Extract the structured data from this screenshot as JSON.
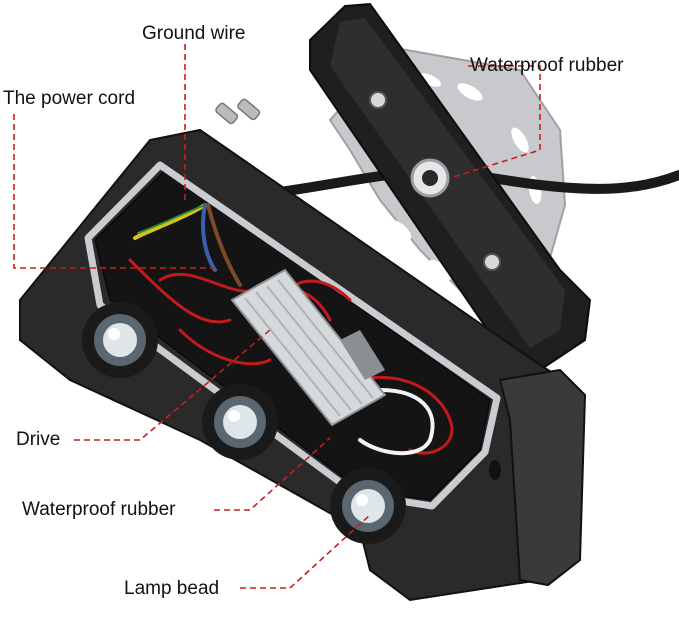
{
  "labels": {
    "ground_wire": "Ground wire",
    "power_cord": "The power cord",
    "waterproof_rubber_top": "Waterproof rubber",
    "drive": "Drive",
    "waterproof_rubber_bottom": "Waterproof rubber",
    "lamp_bead": "Lamp bead"
  },
  "colors": {
    "leader_line": "#c81e1e",
    "housing": "#2a2a2a",
    "gasket": "#c9ccd0",
    "driver_body": "#d6d9dc",
    "bracket": "#c7c9cc",
    "red_wire": "#c41a1a",
    "brown_wire": "#7a4a2a",
    "blue_wire": "#3a5fb0",
    "yellow_wire": "#d8c21a"
  }
}
